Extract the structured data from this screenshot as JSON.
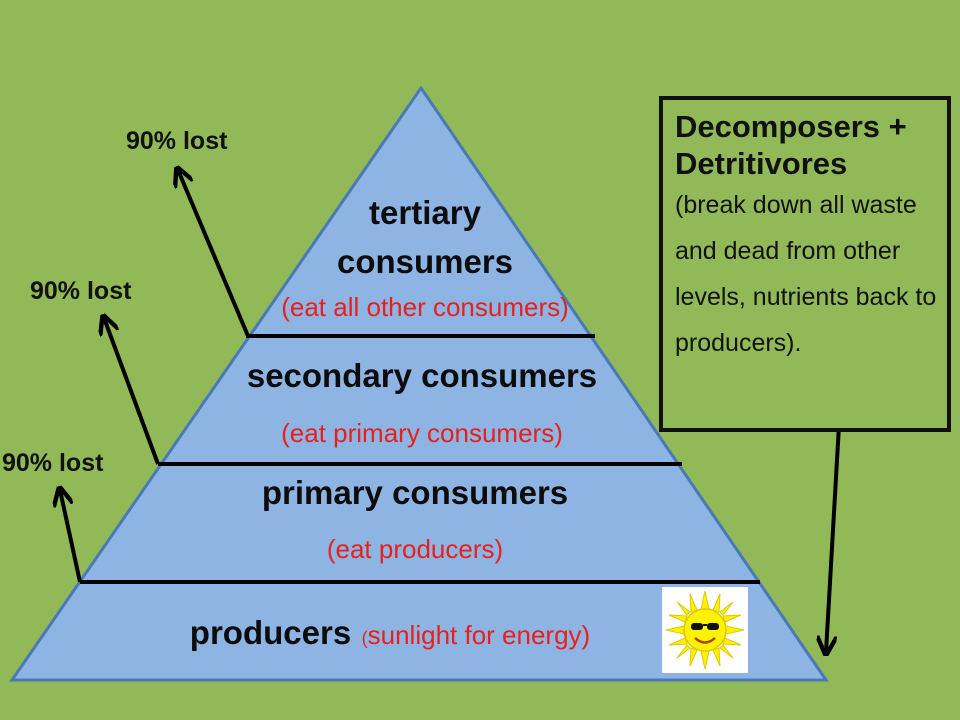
{
  "levels": {
    "tertiary": {
      "title_line1": "tertiary",
      "title_line2": "consumers",
      "subtitle": "(eat all other consumers)"
    },
    "secondary": {
      "title": "secondary consumers",
      "subtitle": "(eat primary consumers)"
    },
    "primary": {
      "title": "primary consumers",
      "subtitle": "(eat producers)"
    },
    "producers": {
      "title": "producers",
      "subtitle_open": "(",
      "subtitle": "sunlight for energy)"
    }
  },
  "energy_loss": {
    "top": "90% lost",
    "middle": "90% lost",
    "bottom": "90% lost"
  },
  "decomposers": {
    "title": "Decomposers + Detritivores",
    "description": "(break down all waste and dead from other levels, nutrients back to producers)."
  },
  "icons": {
    "sun": "sun-with-sunglasses-icon"
  },
  "colors": {
    "background": "#92b957",
    "pyramid_fill": "#8eb4e3",
    "pyramid_stroke": "#4a7ab5",
    "subtitle_text": "#e8201c",
    "sun": "#fff200"
  }
}
